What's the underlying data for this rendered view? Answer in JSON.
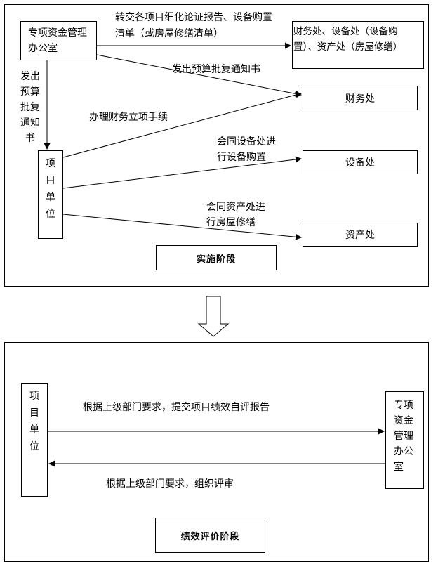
{
  "implementation": {
    "office": "专项资金管理办公室",
    "forward_text_line1": "转交各项目细化论证报告、设备购置",
    "forward_text_line2": "清单（或房屋修缮清单）",
    "departments_text_line1": "财务处、设备处（设备购",
    "departments_text_line2": "置）、资产处（房屋修缮）",
    "notice_to_finance": "发出预算批复通知书",
    "notice_vertical": "发出预算批复通知书",
    "project_unit": "项目单位",
    "finance_office": "财务处",
    "equipment_office": "设备处",
    "asset_office": "资产处",
    "finance_procedure": "办理财务立项手续",
    "equipment_purchase_line1": "会同设备处进",
    "equipment_purchase_line2": "行设备购置",
    "asset_repair_line1": "会同资产处进",
    "asset_repair_line2": "行房屋修缮",
    "stage_label": "实施阶段"
  },
  "evaluation": {
    "project_unit": "项目单位",
    "office": "专项资金管理办公室",
    "submit_text": "根据上级部门要求，提交项目绩效自评报告",
    "review_text": "根据上级部门要求，组织评审",
    "stage_label": "绩效评价阶段"
  }
}
